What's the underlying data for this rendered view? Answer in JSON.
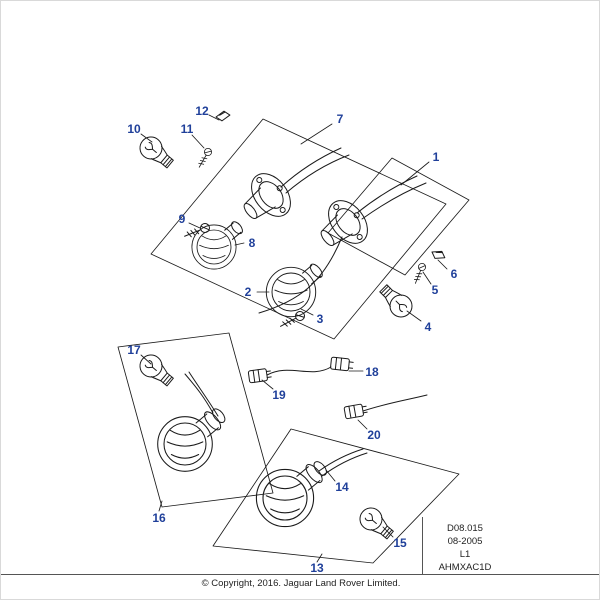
{
  "diagram": {
    "callouts": [
      {
        "label": "1",
        "part": "bulb-holder-with-harness"
      },
      {
        "label": "2",
        "part": "lamp-lens"
      },
      {
        "label": "3",
        "part": "screw"
      },
      {
        "label": "4",
        "part": "bulb"
      },
      {
        "label": "5",
        "part": "screw"
      },
      {
        "label": "6",
        "part": "clip"
      },
      {
        "label": "7",
        "part": "bulb-holder-with-harness"
      },
      {
        "label": "8",
        "part": "lamp-lens"
      },
      {
        "label": "9",
        "part": "screw"
      },
      {
        "label": "10",
        "part": "bulb"
      },
      {
        "label": "11",
        "part": "screw"
      },
      {
        "label": "12",
        "part": "clip"
      },
      {
        "label": "13",
        "part": "lamp-assembly"
      },
      {
        "label": "14",
        "part": "bulb-socket"
      },
      {
        "label": "15",
        "part": "bulb"
      },
      {
        "label": "16",
        "part": "lamp-assembly"
      },
      {
        "label": "17",
        "part": "bulb"
      },
      {
        "label": "18",
        "part": "connector"
      },
      {
        "label": "19",
        "part": "connector-lead"
      },
      {
        "label": "20",
        "part": "connector-lead"
      }
    ]
  },
  "reference": {
    "doc_number": "D08.015",
    "date": "08-2005",
    "revision": "L1",
    "drawing_code": "AHMXAC1D"
  },
  "footer": {
    "copyright": "© Copyright, 2016. Jaguar Land Rover Limited."
  },
  "colors": {
    "callout": "#20409a",
    "line_art": "#1b1b1b",
    "background": "#ffffff"
  }
}
